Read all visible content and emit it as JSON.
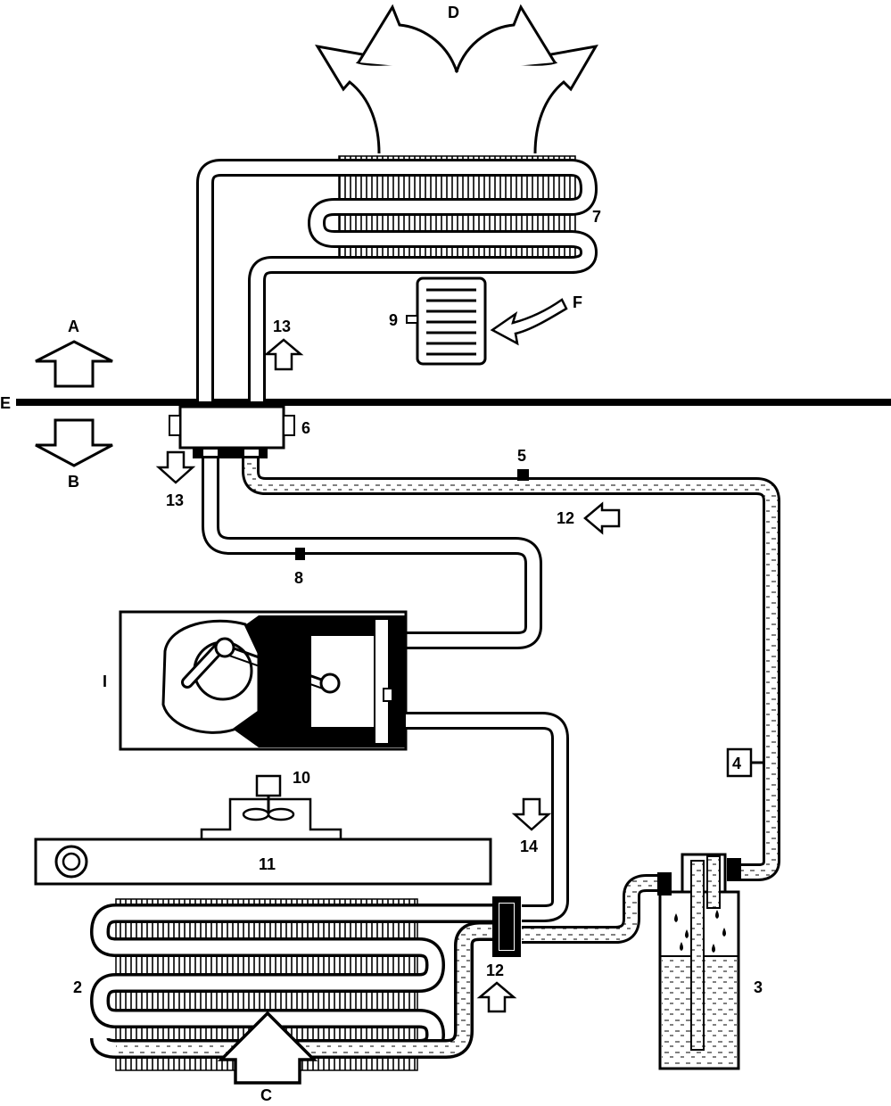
{
  "labels": {
    "A": "A",
    "B": "B",
    "C": "C",
    "D": "D",
    "E": "E",
    "F": "F",
    "n1": "I",
    "n2": "2",
    "n3": "3",
    "n4": "4",
    "n5": "5",
    "n6": "6",
    "n7": "7",
    "n8": "8",
    "n9": "9",
    "n10": "10",
    "n11": "11",
    "n12a": "12",
    "n12b": "12",
    "n13a": "13",
    "n13b": "13",
    "n14": "14"
  }
}
